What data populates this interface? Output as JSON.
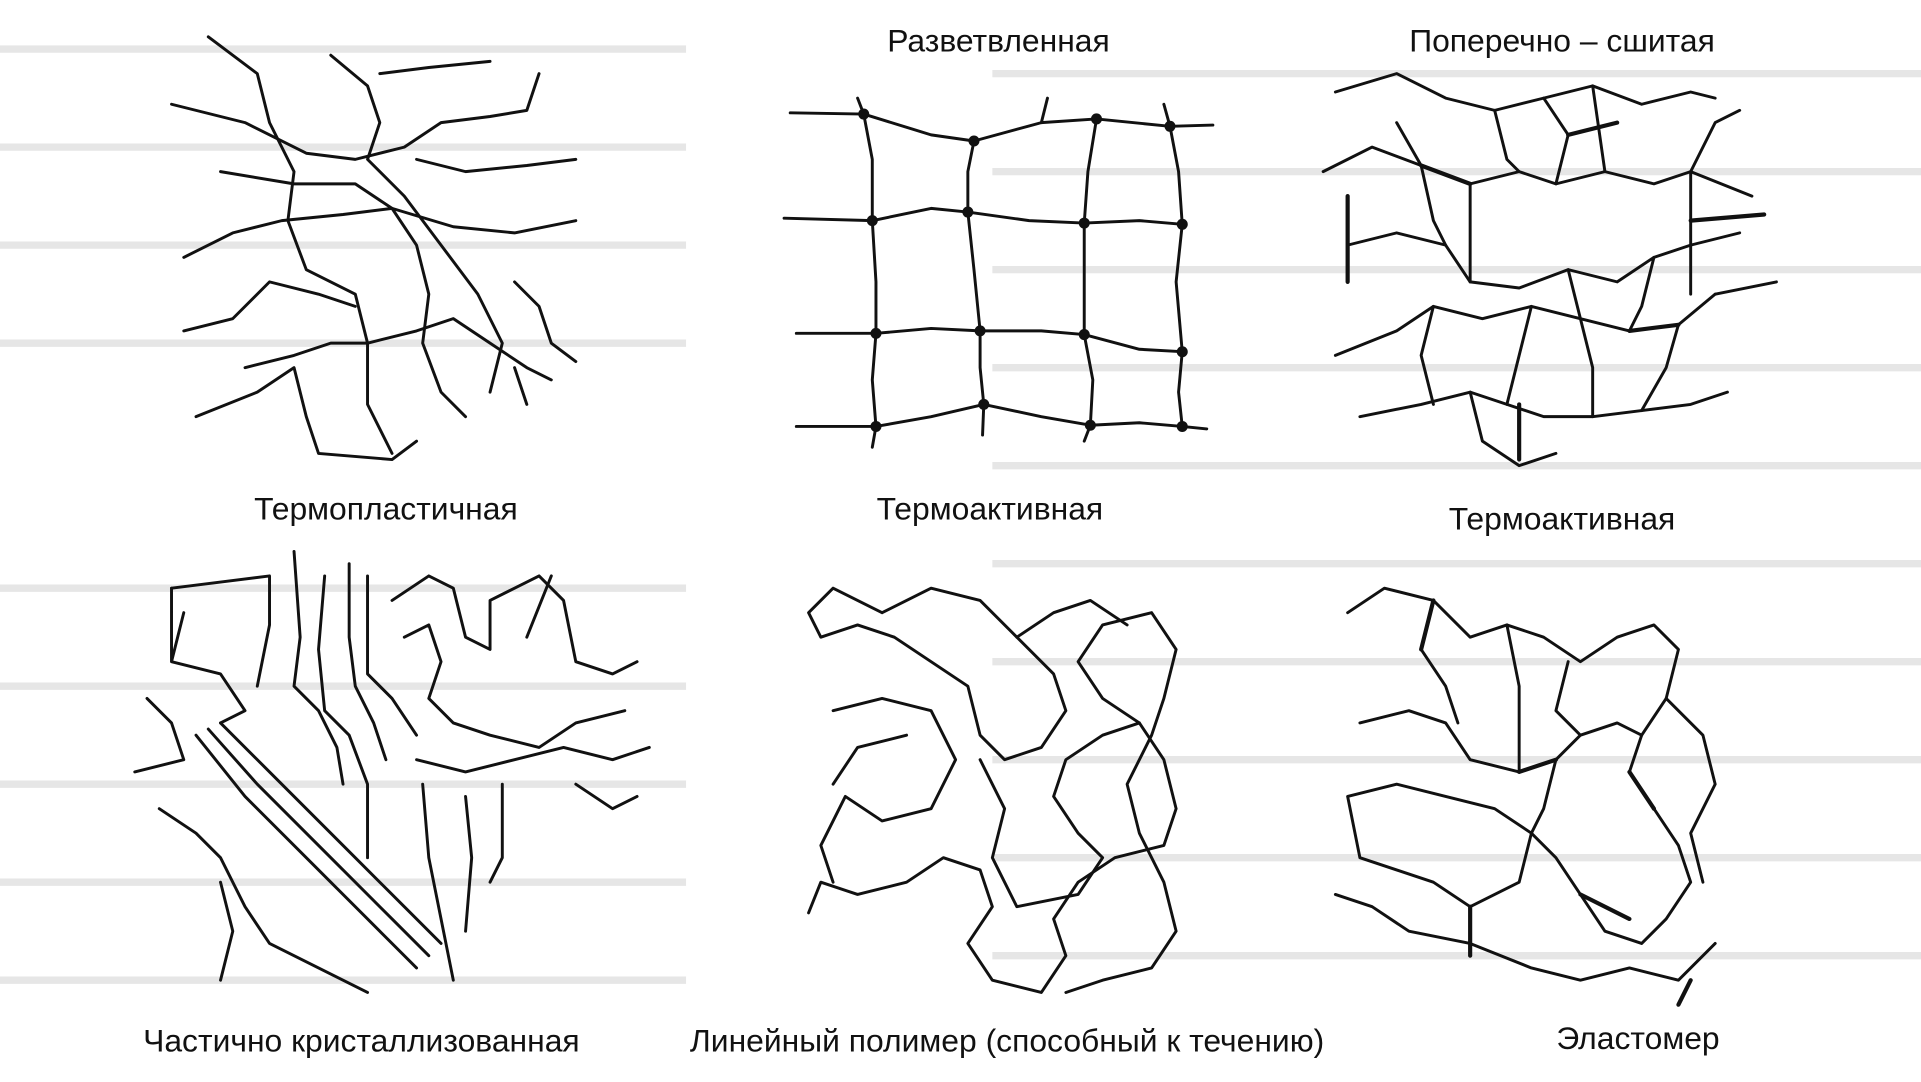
{
  "diagram": {
    "labels": {
      "branched": "Разветвленная",
      "crosslinked": "Поперечно – сшитая",
      "thermoplastic": "Термопластичная",
      "thermoset_branched": "Термоактивная",
      "thermoset_crosslinked": "Термоактивная",
      "semicrystalline": "Частично кристаллизованная",
      "linear": "Линейный полимер (способный к течению)",
      "elastomer": "Эластомер"
    }
  }
}
